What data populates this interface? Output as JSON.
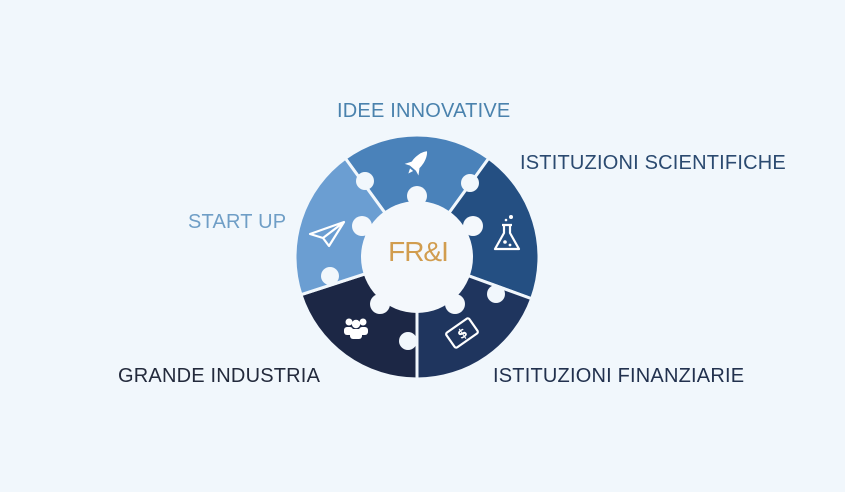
{
  "labels": {
    "top": "IDEE INNOVATIVE",
    "top_right": "ISTITUZIONI SCIENTIFICHE",
    "left": "START UP",
    "bottom_left": "GRANDE INDUSTRIA",
    "bottom_right": "ISTITUZIONI FINANZIARIE"
  },
  "logo": {
    "text": "FR&I"
  },
  "colors": {
    "background": "#f1f7fc",
    "segment_top": "#4a82ba",
    "segment_top_right": "#244f82",
    "segment_bottom_right": "#1f355e",
    "segment_bottom_left": "#1c2745",
    "segment_left": "#6b9ed2",
    "center": "#f4f8fc",
    "logo": "#d19d4f"
  },
  "icons": {
    "top": "rocket-icon",
    "top_right": "flask-icon",
    "bottom_right": "money-bill-icon",
    "bottom_left": "people-group-icon",
    "left": "paper-plane-icon"
  }
}
